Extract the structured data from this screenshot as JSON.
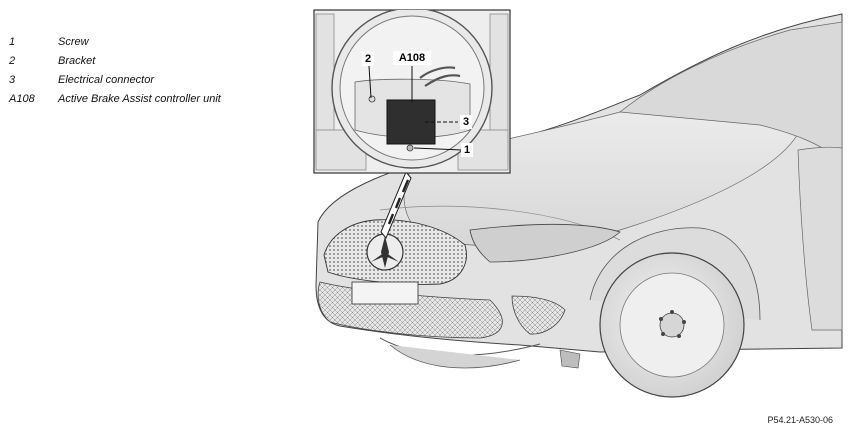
{
  "legend": [
    {
      "num": "1",
      "text": "Screw"
    },
    {
      "num": "2",
      "text": "Bracket"
    },
    {
      "num": "3",
      "text": "Electrical connector"
    },
    {
      "num": "A108",
      "text": "Active Brake Assist controller unit"
    }
  ],
  "callouts": {
    "screw": "1",
    "bracket": "2",
    "connector": "3",
    "unit": "A108"
  },
  "figure_code": "P54.21-A530-06"
}
